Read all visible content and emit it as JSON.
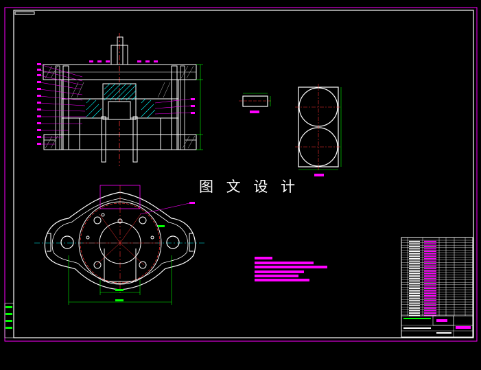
{
  "drawing": {
    "watermark_text": "图 文 设 计",
    "colors": {
      "background": "#000000",
      "outer_frame": "#ff00ff",
      "inner_frame": "#ffffff",
      "outline": "#ffffff",
      "centerline": "#ff3333",
      "hatch": "#00ffff",
      "dimension": "#00ff00",
      "leader": "#ff00ff",
      "text_block": "#ff00ff"
    },
    "views": [
      "section-view",
      "top-plan-view",
      "part-detail-small",
      "part-detail-double-circle"
    ],
    "title_block": {
      "present": true
    }
  }
}
